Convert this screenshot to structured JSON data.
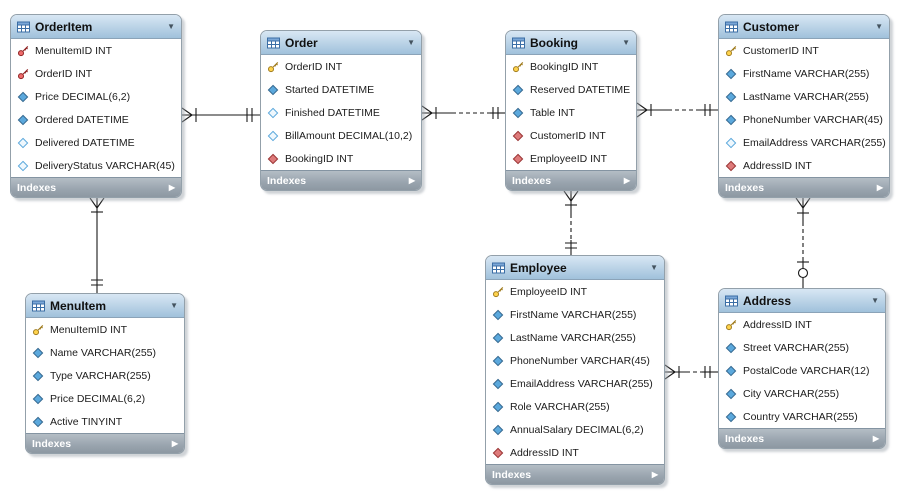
{
  "diagram": {
    "ui": {
      "indexes_label": "Indexes",
      "collapse_icon": "▼",
      "expand_icon": "▶"
    },
    "colors": {
      "header_blue": "#b9d2e6",
      "footer_gray": "#99a4ae",
      "primary_key_icon": "#ffd34d",
      "primary_foreign_key_icon": "#ee6b6b",
      "attribute_icon": "#5ba8dc",
      "foreign_key_icon": "#dd7a7a",
      "line": "#1a1a1a"
    },
    "tables": [
      {
        "name": "OrderItem",
        "columns": [
          {
            "icon": "pkfk",
            "label": "MenuItemID INT"
          },
          {
            "icon": "pkfk",
            "label": "OrderID INT"
          },
          {
            "icon": "attr",
            "label": "Price DECIMAL(6,2)"
          },
          {
            "icon": "attr",
            "label": "Ordered DATETIME"
          },
          {
            "icon": "attrn",
            "label": "Delivered DATETIME"
          },
          {
            "icon": "attrn",
            "label": "DeliveryStatus VARCHAR(45)"
          }
        ]
      },
      {
        "name": "Order",
        "columns": [
          {
            "icon": "pk",
            "label": "OrderID INT"
          },
          {
            "icon": "attr",
            "label": "Started DATETIME"
          },
          {
            "icon": "attrn",
            "label": "Finished DATETIME"
          },
          {
            "icon": "attrn",
            "label": "BillAmount DECIMAL(10,2)"
          },
          {
            "icon": "fk",
            "label": "BookingID INT"
          }
        ]
      },
      {
        "name": "Booking",
        "columns": [
          {
            "icon": "pk",
            "label": "BookingID INT"
          },
          {
            "icon": "attr",
            "label": "Reserved DATETIME"
          },
          {
            "icon": "attr",
            "label": "Table INT"
          },
          {
            "icon": "fk",
            "label": "CustomerID INT"
          },
          {
            "icon": "fk",
            "label": "EmployeeID INT"
          }
        ]
      },
      {
        "name": "Customer",
        "columns": [
          {
            "icon": "pk",
            "label": "CustomerID INT"
          },
          {
            "icon": "attr",
            "label": "FirstName VARCHAR(255)"
          },
          {
            "icon": "attr",
            "label": "LastName VARCHAR(255)"
          },
          {
            "icon": "attr",
            "label": "PhoneNumber VARCHAR(45)"
          },
          {
            "icon": "attrn",
            "label": "EmailAddress VARCHAR(255)"
          },
          {
            "icon": "fk",
            "label": "AddressID INT"
          }
        ]
      },
      {
        "name": "MenuItem",
        "columns": [
          {
            "icon": "pk",
            "label": "MenuItemID INT"
          },
          {
            "icon": "attr",
            "label": "Name VARCHAR(255)"
          },
          {
            "icon": "attr",
            "label": "Type VARCHAR(255)"
          },
          {
            "icon": "attr",
            "label": "Price DECIMAL(6,2)"
          },
          {
            "icon": "attr",
            "label": "Active TINYINT"
          }
        ]
      },
      {
        "name": "Employee",
        "columns": [
          {
            "icon": "pk",
            "label": "EmployeeID INT"
          },
          {
            "icon": "attr",
            "label": "FirstName VARCHAR(255)"
          },
          {
            "icon": "attr",
            "label": "LastName VARCHAR(255)"
          },
          {
            "icon": "attr",
            "label": "PhoneNumber VARCHAR(45)"
          },
          {
            "icon": "attr",
            "label": "EmailAddress VARCHAR(255)"
          },
          {
            "icon": "attr",
            "label": "Role VARCHAR(255)"
          },
          {
            "icon": "attr",
            "label": "AnnualSalary DECIMAL(6,2)"
          },
          {
            "icon": "fk",
            "label": "AddressID INT"
          }
        ]
      },
      {
        "name": "Address",
        "columns": [
          {
            "icon": "pk",
            "label": "AddressID INT"
          },
          {
            "icon": "attr",
            "label": "Street VARCHAR(255)"
          },
          {
            "icon": "attr",
            "label": "PostalCode VARCHAR(12)"
          },
          {
            "icon": "attr",
            "label": "City VARCHAR(255)"
          },
          {
            "icon": "attr",
            "label": "Country VARCHAR(255)"
          }
        ]
      }
    ],
    "relationships": [
      {
        "from": "OrderItem",
        "to": "Order",
        "type": "identifying",
        "from_cardinality": "many",
        "to_cardinality": "one"
      },
      {
        "from": "OrderItem",
        "to": "MenuItem",
        "type": "identifying",
        "from_cardinality": "many",
        "to_cardinality": "one"
      },
      {
        "from": "Order",
        "to": "Booking",
        "type": "non-identifying",
        "from_cardinality": "many",
        "to_cardinality": "one"
      },
      {
        "from": "Booking",
        "to": "Customer",
        "type": "non-identifying",
        "from_cardinality": "many",
        "to_cardinality": "one"
      },
      {
        "from": "Booking",
        "to": "Employee",
        "type": "non-identifying",
        "from_cardinality": "many",
        "to_cardinality": "one"
      },
      {
        "from": "Employee",
        "to": "Address",
        "type": "non-identifying",
        "from_cardinality": "many",
        "to_cardinality": "one"
      },
      {
        "from": "Customer",
        "to": "Address",
        "type": "non-identifying",
        "from_cardinality": "many",
        "to_cardinality": "zero-or-one"
      }
    ]
  }
}
